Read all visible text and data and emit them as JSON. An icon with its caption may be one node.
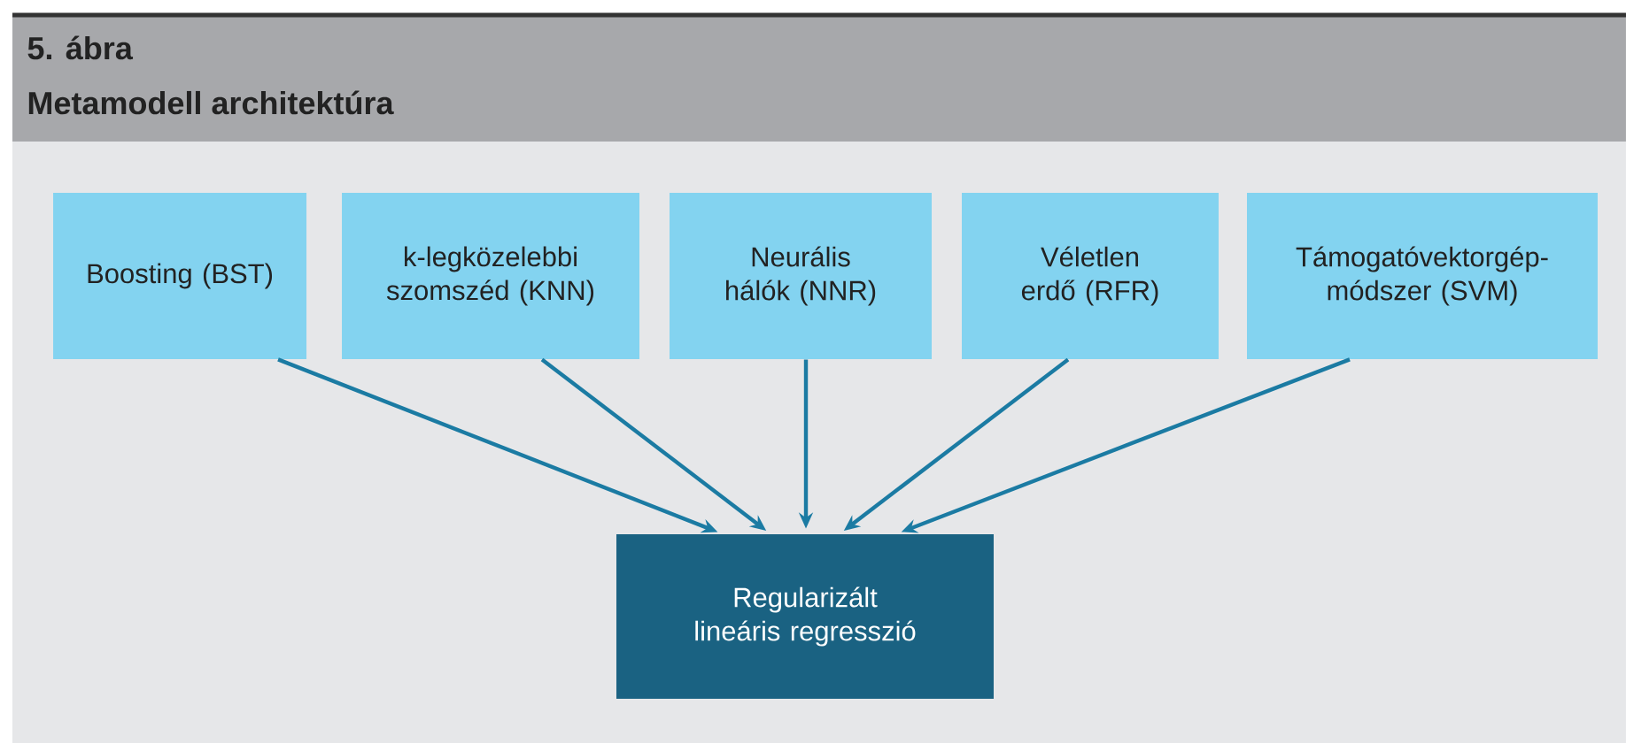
{
  "diagram": {
    "title": "Metamodell architektúra",
    "labels": [
      "5. ábra"
    ],
    "nodes": [
      {
        "text": [
          "Boosting (BST)"
        ]
      },
      {
        "text": [
          "k-legközelebbi szomszéd (KNN)"
        ]
      },
      {
        "text": [
          "Neurális hálók (NNR)"
        ]
      },
      {
        "text": [
          "Véletlen erdő (RFR)"
        ]
      },
      {
        "text": [
          "Támogatóvektorgép-módszer (SVM)"
        ]
      },
      {
        "text": [
          "Regularizált lineáris regresszió"
        ]
      }
    ],
    "edges": [
      {
        "from": 0,
        "to": 5,
        "arrow": "to"
      },
      {
        "from": 1,
        "to": 5,
        "arrow": "to"
      },
      {
        "from": 2,
        "to": 5,
        "arrow": "to"
      },
      {
        "from": 3,
        "to": 5,
        "arrow": "to"
      },
      {
        "from": 4,
        "to": 5,
        "arrow": "to"
      }
    ]
  }
}
